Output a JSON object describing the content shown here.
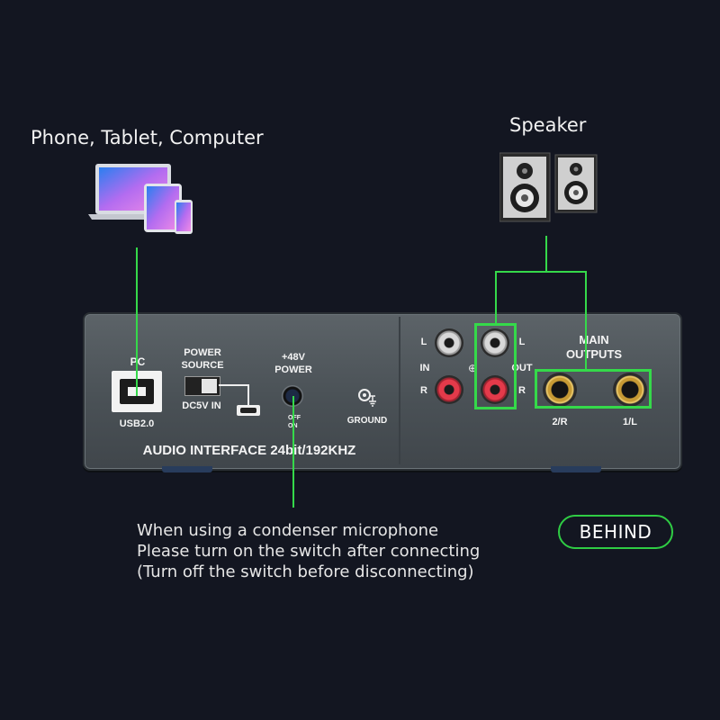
{
  "labels": {
    "devices": "Phone, Tablet, Computer",
    "speaker": "Speaker",
    "note_line1": "When using a condenser microphone",
    "note_line2": "Please turn on the switch after connecting",
    "note_line3": "(Turn off the switch before disconnecting)",
    "behind": "BEHIND"
  },
  "panel": {
    "pc": "PC",
    "usb": "USB2.0",
    "power_source_1": "POWER",
    "power_source_2": "SOURCE",
    "dc_in": "DC5V IN",
    "phantom_1": "+48V",
    "phantom_2": "POWER",
    "off": "OFF",
    "on": "ON",
    "ground": "GROUND",
    "title": "AUDIO INTERFACE 24bit/192KHZ",
    "in_l": "L",
    "in_label": "IN",
    "in_r": "R",
    "out_l": "L",
    "out_label": "OUT",
    "out_r": "R",
    "main_1": "MAIN",
    "main_2": "OUTPUTS",
    "out_2r": "2/R",
    "out_1l": "1/L"
  },
  "colors": {
    "background": "#131621",
    "highlight": "#35d94a",
    "panel": "#4e5559"
  },
  "icons": [
    "laptop-icon",
    "tablet-icon",
    "phone-icon",
    "speaker-icon",
    "ground-icon"
  ]
}
